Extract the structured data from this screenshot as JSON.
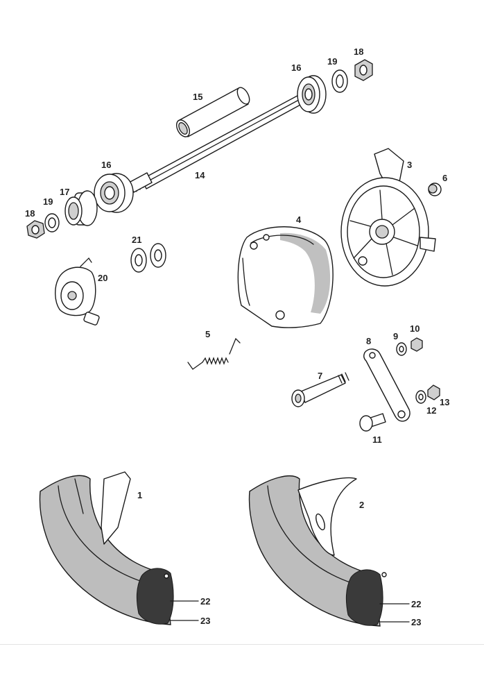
{
  "diagram": {
    "parts": [
      {
        "id": "1"
      },
      {
        "id": "2"
      },
      {
        "id": "3"
      },
      {
        "id": "4"
      },
      {
        "id": "5"
      },
      {
        "id": "6"
      },
      {
        "id": "7"
      },
      {
        "id": "8"
      },
      {
        "id": "9"
      },
      {
        "id": "10"
      },
      {
        "id": "11"
      },
      {
        "id": "12"
      },
      {
        "id": "13"
      },
      {
        "id": "14"
      },
      {
        "id": "15"
      },
      {
        "id": "16"
      },
      {
        "id": "17"
      },
      {
        "id": "18"
      },
      {
        "id": "19"
      },
      {
        "id": "20"
      },
      {
        "id": "21"
      },
      {
        "id": "22"
      },
      {
        "id": "23"
      }
    ],
    "labels": {
      "p1": "1",
      "p2": "2",
      "p3": "3",
      "p4": "4",
      "p5": "5",
      "p6": "6",
      "p7": "7",
      "p8": "8",
      "p9": "9",
      "p10": "10",
      "p11": "11",
      "p12": "12",
      "p13": "13",
      "p14": "14",
      "p15": "15",
      "p16a": "16",
      "p16b": "16",
      "p17": "17",
      "p18a": "18",
      "p18b": "18",
      "p19a": "19",
      "p19b": "19",
      "p20": "20",
      "p21": "21",
      "p22a": "22",
      "p22b": "22",
      "p23a": "23",
      "p23b": "23"
    }
  }
}
